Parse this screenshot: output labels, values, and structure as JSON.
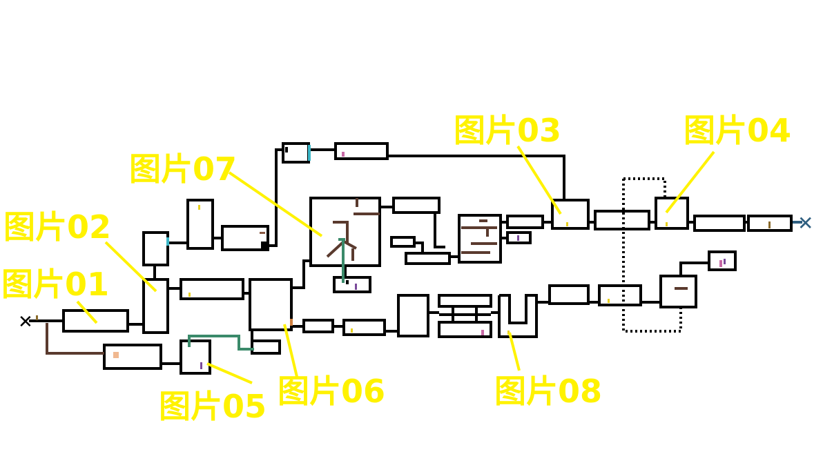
{
  "map": {
    "title": "",
    "start_marker": "✕",
    "end_marker": "✕",
    "colors": {
      "background": "#ffffff",
      "walls": "#000000",
      "label": "#fff200",
      "pointer": "#fff200",
      "start": "#000000",
      "end": "#2f5f80",
      "brown_path": "#5a3a2e",
      "green_path": "#3a8a6a",
      "cyan_mark": "#3bb7c8",
      "purple_mark": "#7a4a9a",
      "pink_mark": "#c86aa6",
      "peach_mark": "#f0b890",
      "yellow_mark": "#e8d020",
      "orange_mark": "#d08040",
      "olive_mark": "#8a6a2a"
    },
    "labels": [
      {
        "id": "01",
        "text": "图片01"
      },
      {
        "id": "02",
        "text": "图片02"
      },
      {
        "id": "03",
        "text": "图片03"
      },
      {
        "id": "04",
        "text": "图片04"
      },
      {
        "id": "05",
        "text": "图片05"
      },
      {
        "id": "06",
        "text": "图片06"
      },
      {
        "id": "07",
        "text": "图片07"
      },
      {
        "id": "08",
        "text": "图片08"
      }
    ]
  }
}
